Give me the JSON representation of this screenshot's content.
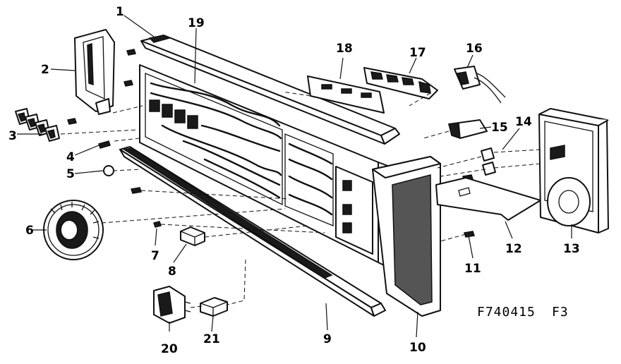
{
  "labels": [
    "1",
    "2",
    "3",
    "4",
    "5",
    "6",
    "7",
    "8",
    "9",
    "10",
    "11",
    "12",
    "13",
    "14",
    "15",
    "16",
    "17",
    "18",
    "19",
    "20",
    "21"
  ],
  "diagram_code": "F740415",
  "sheet_code": "F3",
  "colors": {
    "ink": "#111111",
    "paper": "#ffffff"
  }
}
